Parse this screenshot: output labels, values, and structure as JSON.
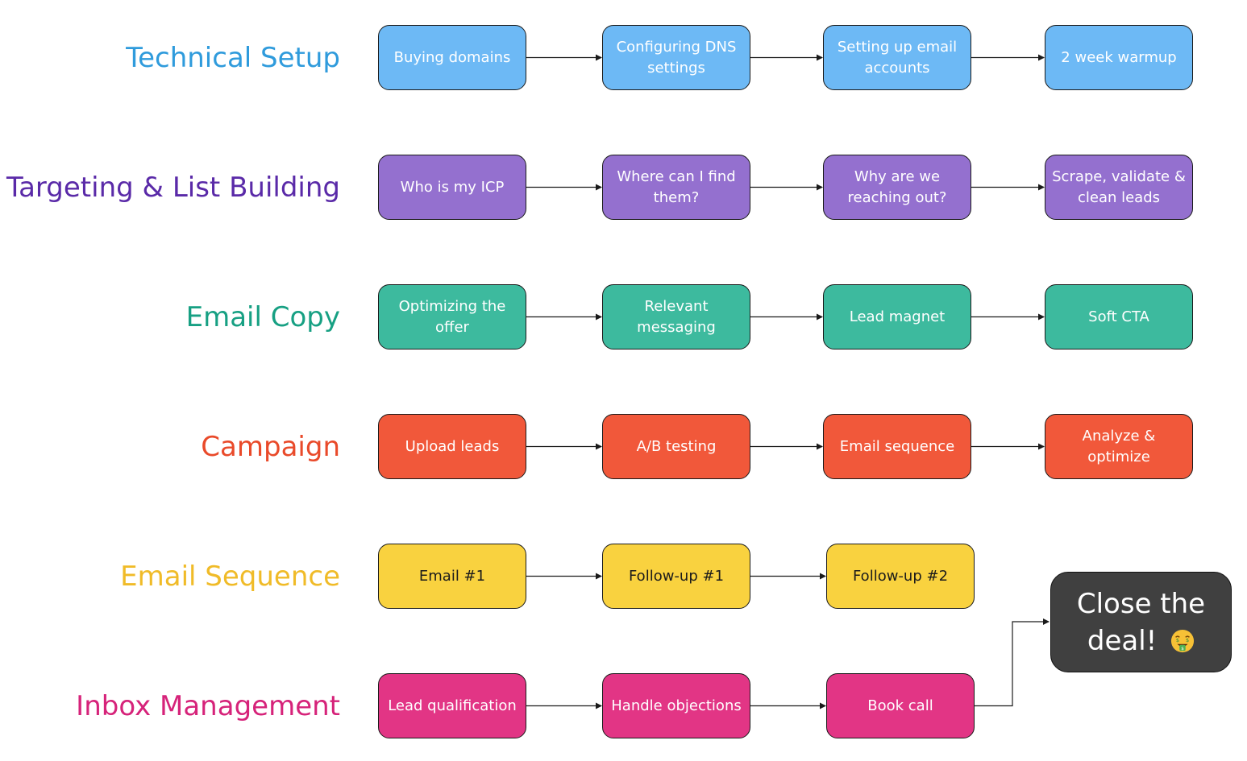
{
  "rows": [
    {
      "label": "Technical Setup",
      "color": "#2f9bdc",
      "fill": "#6db9f5",
      "text_color": "light",
      "steps": [
        "Buying domains",
        "Configuring DNS settings",
        "Setting up email accounts",
        "2 week warmup"
      ]
    },
    {
      "label": "Targeting & List Building",
      "color": "#5a2aa8",
      "fill": "#9470cf",
      "text_color": "light",
      "steps": [
        "Who is my ICP",
        "Where can I find them?",
        "Why are we reaching out?",
        "Scrape, validate & clean leads"
      ]
    },
    {
      "label": "Email Copy",
      "color": "#17a083",
      "fill": "#3dba9e",
      "text_color": "light",
      "steps": [
        "Optimizing the offer",
        "Relevant messaging",
        "Lead magnet",
        "Soft CTA"
      ]
    },
    {
      "label": "Campaign",
      "color": "#e94a2a",
      "fill": "#f1583a",
      "text_color": "light",
      "steps": [
        "Upload leads",
        "A/B testing",
        "Email sequence",
        "Analyze & optimize"
      ]
    },
    {
      "label": "Email Sequence",
      "color": "#f0bb28",
      "fill": "#f9d23f",
      "text_color": "dark",
      "steps": [
        "Email #1",
        "Follow-up #1",
        "Follow-up #2"
      ]
    },
    {
      "label": "Inbox Management",
      "color": "#d6237a",
      "fill": "#e23585",
      "text_color": "light",
      "steps": [
        "Lead qualification",
        "Handle objections",
        "Book call"
      ]
    }
  ],
  "final_step": {
    "label": "Close the deal!",
    "emoji_name": "money-mouth-face-icon",
    "fill": "#404040"
  },
  "colors": {
    "edge": "#1a1a1a",
    "background": "#ffffff"
  }
}
